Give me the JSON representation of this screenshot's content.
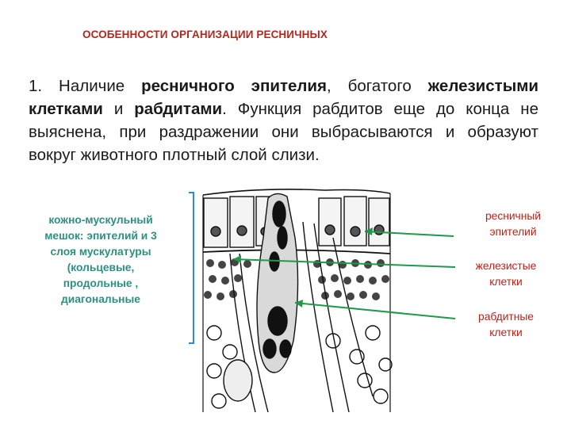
{
  "title": "ОСОБЕННОСТИ ОРГАНИЗАЦИИ РЕСНИЧНЫХ",
  "paragraph": {
    "number": "1.",
    "text_1": " Наличие ",
    "bold_1": "ресничного эпителия",
    "text_2": ", богатого ",
    "bold_2": "железистыми клетками",
    "text_3": " и ",
    "bold_3": "рабдитами",
    "text_4": ". Функция рабдитов еще до конца не выяснена, при раздражении они выбрасываются и образуют вокруг животного плотный слой слизи."
  },
  "left_label": [
    "кожно-мускульный",
    "мешок: эпителий и 3",
    "слоя мускулатуры",
    "(кольцевые,",
    "продольные ,",
    "диагональные"
  ],
  "labels": {
    "cilia": [
      "ресничный",
      "эпителий"
    ],
    "gland": [
      "железистые",
      "клетки"
    ],
    "rhab": [
      "рабдитные",
      "клетки"
    ]
  },
  "colors": {
    "title": "#b3271d",
    "left_label": "#2d8f82",
    "right_labels": "#c22017",
    "pointer_lines": "#1e9a4a",
    "bracket": "#2a8bd6"
  }
}
